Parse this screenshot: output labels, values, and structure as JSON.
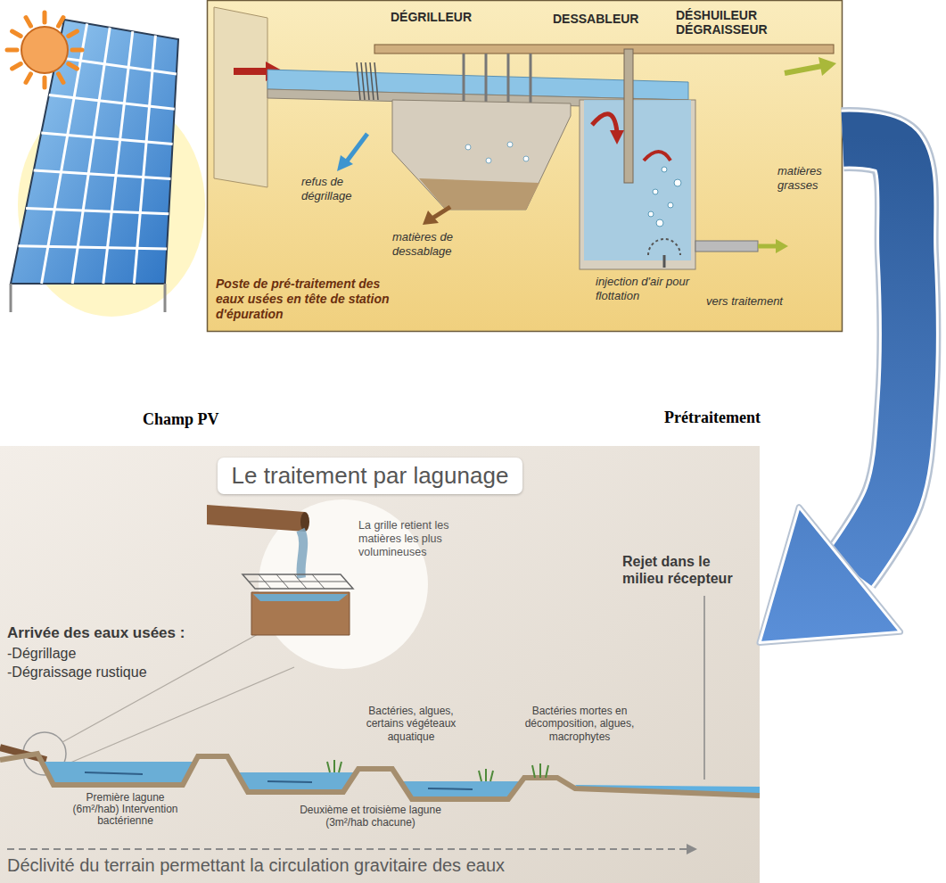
{
  "diagram": {
    "nodes": [
      {
        "text": [
          "Champ PV"
        ]
      },
      {
        "text": [
          "Prétraitement"
        ]
      },
      {
        "text": [
          "Le traitement par lagunage"
        ]
      }
    ],
    "edges": [
      {
        "from": 1,
        "to": 2,
        "arrow": "to"
      }
    ],
    "labels": [
      "DÉGRILLEUR",
      "DESSABLEUR",
      "DÉSHUILEUR DÉGRAISSEUR",
      "matières grasses",
      "refus de dégrillage",
      "matières de dessablage",
      "Poste de pré-traitement des eaux usées en tête de station d'épuration",
      "injection d'air pour flottation",
      "vers traitement",
      "La grille retient les matières les plus volumineuses",
      "Arrivée des eaux usées :",
      "-Dégrillage",
      "-Dégraissage rustique",
      "Rejet dans le milieu récepteur",
      "Bactéries, algues, certains végéteaux aquatique",
      "Bactéries mortes en décomposition, algues, macrophytes",
      "Première lagune (6m²/hab) Intervention bactérienne",
      "Deuxième et troisième lagune (3m²/hab chacune)",
      "Déclivité du terrain permettant la circulation gravitaire des eaux"
    ]
  }
}
